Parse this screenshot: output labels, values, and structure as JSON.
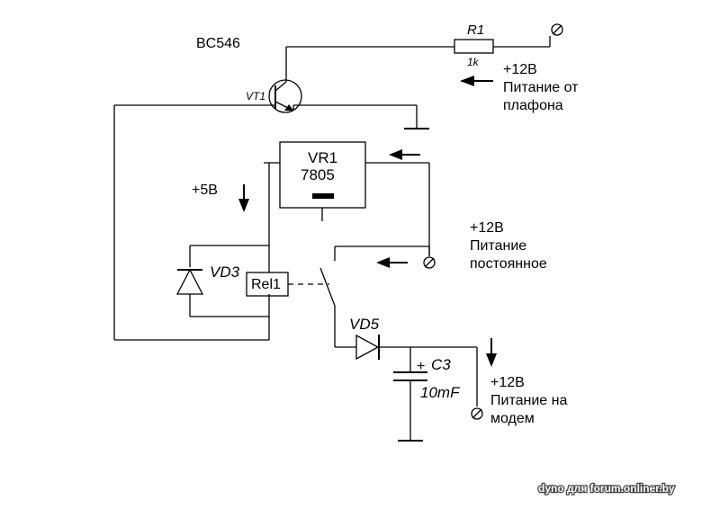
{
  "transistor": {
    "part": "BC546",
    "ref": "VT1"
  },
  "resistor": {
    "ref": "R1",
    "value": "1k"
  },
  "regulator": {
    "ref": "VR1",
    "part": "7805"
  },
  "relay": {
    "ref": "Rel1"
  },
  "diode_coil": {
    "ref": "VD3"
  },
  "diode_out": {
    "ref": "VD5"
  },
  "capacitor": {
    "ref": "C3",
    "value": "10mF",
    "polarity": "+"
  },
  "label_5v": "+5В",
  "input_plafon": {
    "voltage": "+12В",
    "line1": "Питание от",
    "line2": "плафона"
  },
  "input_const": {
    "voltage": "+12В",
    "line1": "Питание",
    "line2": "постоянное"
  },
  "output_modem": {
    "voltage": "+12В",
    "line1": "Питание на",
    "line2": "модем"
  },
  "watermark": "dyno для forum.onliner.by"
}
